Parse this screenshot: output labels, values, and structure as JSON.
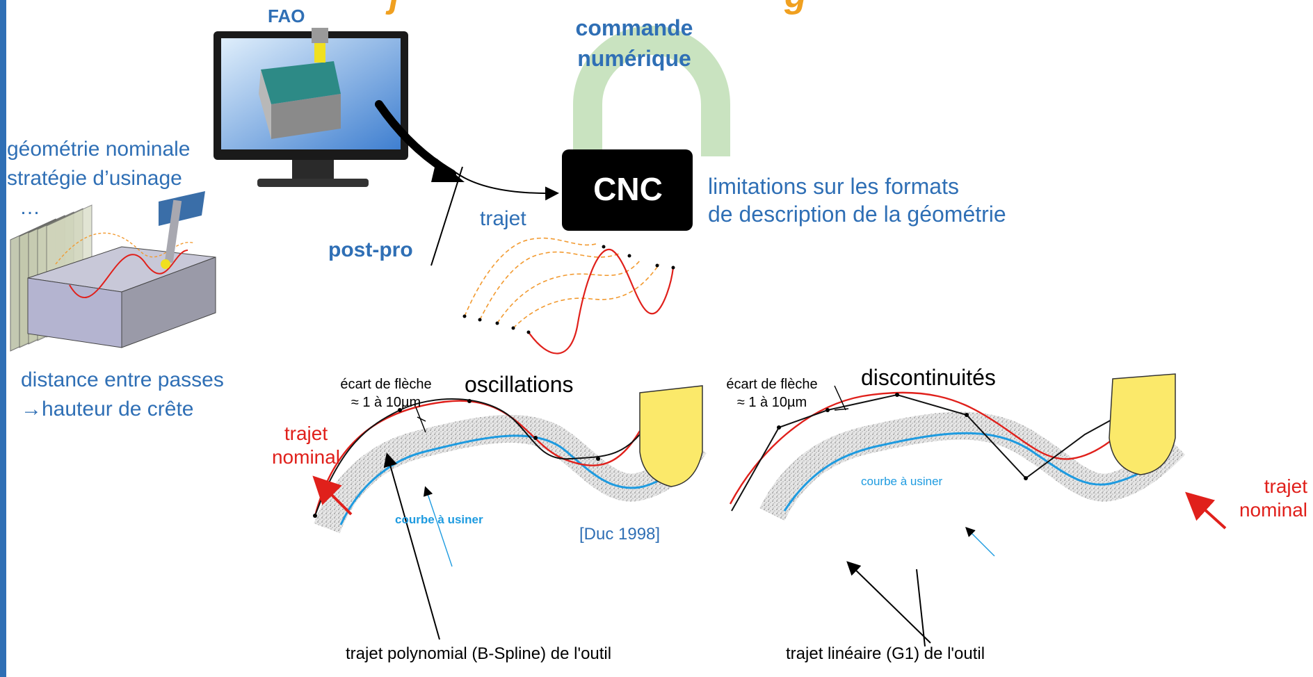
{
  "header": {
    "title_fragment": "...j...g..."
  },
  "top": {
    "fao_label": "FAO",
    "cnc_title_line1": "commande",
    "cnc_title_line2": "numérique",
    "cnc_label": "CNC",
    "limits_line1": "limitations sur les formats",
    "limits_line2": "de description de la géométrie",
    "trajet_label": "trajet",
    "postpro_label": "post-pro"
  },
  "left": {
    "geometry_label": "géométrie nominale",
    "strategy_label": "stratégie d’usinage",
    "ellipsis": "…",
    "distance_line1": "distance entre passes",
    "distance_line2": "→hauteur de crête"
  },
  "fig_left": {
    "ecart_line1": "écart de flèche",
    "ecart_line2": "≈ 1 à 10µm",
    "title": "oscillations",
    "trajet_nominal_line1": "trajet",
    "trajet_nominal_line2": "nominal",
    "courbe_label": "courbe à usiner",
    "reference": "[Duc 1998]",
    "caption": "trajet polynomial (B-Spline) de l'outil"
  },
  "fig_right": {
    "ecart_line1": "écart de flèche",
    "ecart_line2": "≈ 1 à 10µm",
    "title": "discontinuités",
    "courbe_label": "courbe à usiner",
    "trajet_nominal_line1": "trajet",
    "trajet_nominal_line2": "nominal",
    "caption": "trajet linéaire (G1) de l'outil"
  },
  "colors": {
    "accent_blue": "#2f6fb5",
    "nominal_red": "#e0201b",
    "curve_blue": "#1e9be0",
    "title_orange": "#f0a020"
  }
}
